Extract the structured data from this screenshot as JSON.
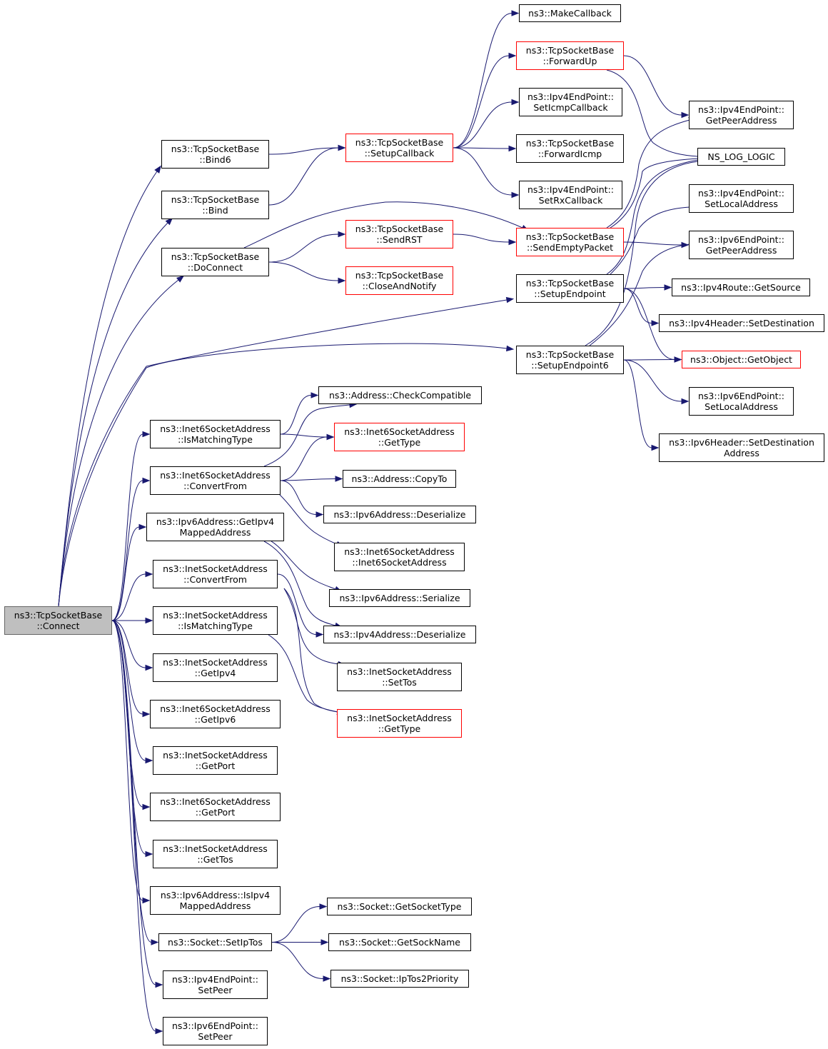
{
  "colors": {
    "edge": "#191970",
    "node_border": "#000000",
    "truncated_border": "#ff0000",
    "root_fill": "#bfbfbf",
    "root_border": "#666666"
  },
  "root": "connect",
  "nodes": [
    {
      "id": "connect",
      "lines": [
        "ns3::TcpSocketBase",
        "::Connect"
      ],
      "style": "root"
    },
    {
      "id": "bind6",
      "lines": [
        "ns3::TcpSocketBase",
        "::Bind6"
      ]
    },
    {
      "id": "bind",
      "lines": [
        "ns3::TcpSocketBase",
        "::Bind"
      ]
    },
    {
      "id": "doconnect",
      "lines": [
        "ns3::TcpSocketBase",
        "::DoConnect"
      ]
    },
    {
      "id": "i6_ismatch",
      "lines": [
        "ns3::Inet6SocketAddress",
        "::IsMatchingType"
      ]
    },
    {
      "id": "i6_convfrom",
      "lines": [
        "ns3::Inet6SocketAddress",
        "::ConvertFrom"
      ]
    },
    {
      "id": "v6_getv4mapped",
      "lines": [
        "ns3::Ipv6Address::GetIpv4",
        "MappedAddress"
      ]
    },
    {
      "id": "i4_convfrom",
      "lines": [
        "ns3::InetSocketAddress",
        "::ConvertFrom"
      ]
    },
    {
      "id": "i4_ismatch",
      "lines": [
        "ns3::InetSocketAddress",
        "::IsMatchingType"
      ]
    },
    {
      "id": "i4_getipv4",
      "lines": [
        "ns3::InetSocketAddress",
        "::GetIpv4"
      ]
    },
    {
      "id": "i6_getipv6",
      "lines": [
        "ns3::Inet6SocketAddress",
        "::GetIpv6"
      ]
    },
    {
      "id": "i4_getport",
      "lines": [
        "ns3::InetSocketAddress",
        "::GetPort"
      ]
    },
    {
      "id": "i6_getport",
      "lines": [
        "ns3::Inet6SocketAddress",
        "::GetPort"
      ]
    },
    {
      "id": "i4_gettos",
      "lines": [
        "ns3::InetSocketAddress",
        "::GetTos"
      ]
    },
    {
      "id": "v6_isv4mapped",
      "lines": [
        "ns3::Ipv6Address::IsIpv4",
        "MappedAddress"
      ]
    },
    {
      "id": "sock_setiptos",
      "lines": [
        "ns3::Socket::SetIpTos"
      ]
    },
    {
      "id": "ep4_setpeer",
      "lines": [
        "ns3::Ipv4EndPoint::",
        "SetPeer"
      ]
    },
    {
      "id": "ep6_setpeer",
      "lines": [
        "ns3::Ipv6EndPoint::",
        "SetPeer"
      ]
    },
    {
      "id": "setupcallback",
      "lines": [
        "ns3::TcpSocketBase",
        "::SetupCallback"
      ],
      "style": "truncated"
    },
    {
      "id": "sendrst",
      "lines": [
        "ns3::TcpSocketBase",
        "::SendRST"
      ],
      "style": "truncated"
    },
    {
      "id": "closenotify",
      "lines": [
        "ns3::TcpSocketBase",
        "::CloseAndNotify"
      ],
      "style": "truncated"
    },
    {
      "id": "addr_checkcompat",
      "lines": [
        "ns3::Address::CheckCompatible"
      ]
    },
    {
      "id": "i6_gettype",
      "lines": [
        "ns3::Inet6SocketAddress",
        "::GetType"
      ],
      "style": "truncated"
    },
    {
      "id": "addr_copyto",
      "lines": [
        "ns3::Address::CopyTo"
      ]
    },
    {
      "id": "v6_deserialize",
      "lines": [
        "ns3::Ipv6Address::Deserialize"
      ]
    },
    {
      "id": "i6_ctor",
      "lines": [
        "ns3::Inet6SocketAddress",
        "::Inet6SocketAddress"
      ]
    },
    {
      "id": "v6_serialize",
      "lines": [
        "ns3::Ipv6Address::Serialize"
      ]
    },
    {
      "id": "v4_deserialize",
      "lines": [
        "ns3::Ipv4Address::Deserialize"
      ]
    },
    {
      "id": "i4_settos",
      "lines": [
        "ns3::InetSocketAddress",
        "::SetTos"
      ]
    },
    {
      "id": "i4_gettype",
      "lines": [
        "ns3::InetSocketAddress",
        "::GetType"
      ],
      "style": "truncated"
    },
    {
      "id": "sock_getsockettype",
      "lines": [
        "ns3::Socket::GetSocketType"
      ]
    },
    {
      "id": "sock_getsockname",
      "lines": [
        "ns3::Socket::GetSockName"
      ]
    },
    {
      "id": "sock_iptos2prio",
      "lines": [
        "ns3::Socket::IpTos2Priority"
      ]
    },
    {
      "id": "makecallback",
      "lines": [
        "ns3::MakeCallback"
      ]
    },
    {
      "id": "forwardup",
      "lines": [
        "ns3::TcpSocketBase",
        "::ForwardUp"
      ],
      "style": "truncated"
    },
    {
      "id": "ep4_seticmpcb",
      "lines": [
        "ns3::Ipv4EndPoint::",
        "SetIcmpCallback"
      ]
    },
    {
      "id": "forwardicmp",
      "lines": [
        "ns3::TcpSocketBase",
        "::ForwardIcmp"
      ]
    },
    {
      "id": "ep4_setrxcb",
      "lines": [
        "ns3::Ipv4EndPoint::",
        "SetRxCallback"
      ]
    },
    {
      "id": "sendempty",
      "lines": [
        "ns3::TcpSocketBase",
        "::SendEmptyPacket"
      ],
      "style": "truncated"
    },
    {
      "id": "setupendpoint",
      "lines": [
        "ns3::TcpSocketBase",
        "::SetupEndpoint"
      ]
    },
    {
      "id": "setupendpoint6",
      "lines": [
        "ns3::TcpSocketBase",
        "::SetupEndpoint6"
      ]
    },
    {
      "id": "ep4_getpeeraddr",
      "lines": [
        "ns3::Ipv4EndPoint::",
        "GetPeerAddress"
      ]
    },
    {
      "id": "ns_log_logic",
      "lines": [
        "NS_LOG_LOGIC"
      ]
    },
    {
      "id": "ep4_setlocaladdr",
      "lines": [
        "ns3::Ipv4EndPoint::",
        "SetLocalAddress"
      ]
    },
    {
      "id": "ep6_getpeeraddr",
      "lines": [
        "ns3::Ipv6EndPoint::",
        "GetPeerAddress"
      ]
    },
    {
      "id": "v4route_getsource",
      "lines": [
        "ns3::Ipv4Route::GetSource"
      ]
    },
    {
      "id": "v4hdr_setdest",
      "lines": [
        "ns3::Ipv4Header::SetDestination"
      ]
    },
    {
      "id": "obj_getobject",
      "lines": [
        "ns3::Object::GetObject"
      ],
      "style": "truncated"
    },
    {
      "id": "ep6_setlocaladdr",
      "lines": [
        "ns3::Ipv6EndPoint::",
        "SetLocalAddress"
      ]
    },
    {
      "id": "v6hdr_setdest",
      "lines": [
        "ns3::Ipv6Header::SetDestination",
        "Address"
      ]
    }
  ],
  "edges": [
    [
      "connect",
      "bind6"
    ],
    [
      "connect",
      "bind"
    ],
    [
      "connect",
      "doconnect"
    ],
    [
      "connect",
      "setupendpoint"
    ],
    [
      "connect",
      "setupendpoint6"
    ],
    [
      "connect",
      "i6_ismatch"
    ],
    [
      "connect",
      "i6_convfrom"
    ],
    [
      "connect",
      "v6_getv4mapped"
    ],
    [
      "connect",
      "i4_convfrom"
    ],
    [
      "connect",
      "i4_ismatch"
    ],
    [
      "connect",
      "i4_getipv4"
    ],
    [
      "connect",
      "i6_getipv6"
    ],
    [
      "connect",
      "i4_getport"
    ],
    [
      "connect",
      "i6_getport"
    ],
    [
      "connect",
      "i4_gettos"
    ],
    [
      "connect",
      "v6_isv4mapped"
    ],
    [
      "connect",
      "sock_setiptos"
    ],
    [
      "connect",
      "ep4_setpeer"
    ],
    [
      "connect",
      "ep6_setpeer"
    ],
    [
      "bind6",
      "setupcallback"
    ],
    [
      "bind",
      "setupcallback"
    ],
    [
      "doconnect",
      "sendrst"
    ],
    [
      "doconnect",
      "closenotify"
    ],
    [
      "doconnect",
      "sendempty"
    ],
    [
      "setupcallback",
      "makecallback"
    ],
    [
      "setupcallback",
      "forwardup"
    ],
    [
      "setupcallback",
      "ep4_seticmpcb"
    ],
    [
      "setupcallback",
      "forwardicmp"
    ],
    [
      "setupcallback",
      "ep4_setrxcb"
    ],
    [
      "sendrst",
      "sendempty"
    ],
    [
      "forwardup",
      "ep4_getpeeraddr"
    ],
    [
      "forwardup",
      "ns_log_logic"
    ],
    [
      "sendempty",
      "ep4_getpeeraddr"
    ],
    [
      "sendempty",
      "ns_log_logic"
    ],
    [
      "sendempty",
      "ep6_getpeeraddr"
    ],
    [
      "setupendpoint",
      "ns_log_logic"
    ],
    [
      "setupendpoint",
      "ep4_setlocaladdr"
    ],
    [
      "setupendpoint",
      "v4route_getsource"
    ],
    [
      "setupendpoint",
      "v4hdr_setdest"
    ],
    [
      "setupendpoint",
      "obj_getobject"
    ],
    [
      "setupendpoint6",
      "ns_log_logic"
    ],
    [
      "setupendpoint6",
      "ep6_getpeeraddr"
    ],
    [
      "setupendpoint6",
      "obj_getobject"
    ],
    [
      "setupendpoint6",
      "ep6_setlocaladdr"
    ],
    [
      "setupendpoint6",
      "v6hdr_setdest"
    ],
    [
      "i6_ismatch",
      "addr_checkcompat"
    ],
    [
      "i6_ismatch",
      "i6_gettype"
    ],
    [
      "i6_convfrom",
      "addr_checkcompat"
    ],
    [
      "i6_convfrom",
      "i6_gettype"
    ],
    [
      "i6_convfrom",
      "addr_copyto"
    ],
    [
      "i6_convfrom",
      "v6_deserialize"
    ],
    [
      "i6_convfrom",
      "i6_ctor"
    ],
    [
      "v6_getv4mapped",
      "v6_serialize"
    ],
    [
      "v6_getv4mapped",
      "v4_deserialize"
    ],
    [
      "i4_convfrom",
      "v4_deserialize"
    ],
    [
      "i4_convfrom",
      "i4_settos"
    ],
    [
      "i4_convfrom",
      "i4_gettype"
    ],
    [
      "i4_ismatch",
      "i4_gettype"
    ],
    [
      "sock_setiptos",
      "sock_getsockettype"
    ],
    [
      "sock_setiptos",
      "sock_getsockname"
    ],
    [
      "sock_setiptos",
      "sock_iptos2prio"
    ]
  ]
}
